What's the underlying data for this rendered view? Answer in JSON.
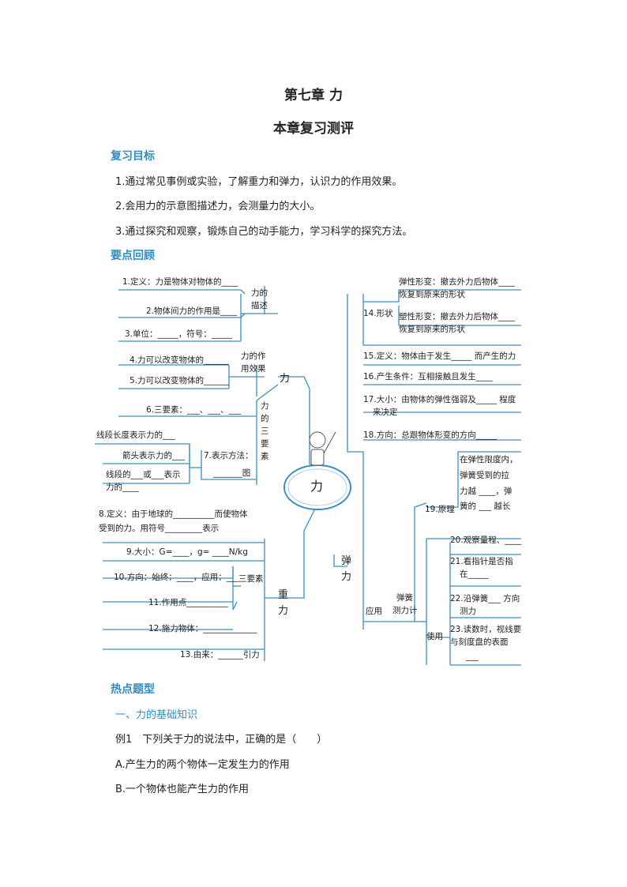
{
  "title": "第七章  力",
  "subtitle": "本章复习测评",
  "sections": {
    "goals": "复习目标",
    "review": "要点回顾",
    "hot": "热点题型"
  },
  "goals": [
    "1.通过常见事例或实验，了解重力和弹力，认识力的作用效果。",
    "2.会用力的示意图描述力，会测量力的大小。",
    "3.通过探究和观察，锻炼自己的动手能力，学习科学的探究方法。"
  ],
  "mindmap": {
    "center": "力",
    "left_top": [
      "1.定义：力是物体对物体的____",
      "2.物体间力的作用是____",
      "3.单位：_____，符号：_____",
      "4.力可以改变物体的______",
      "5.力可以改变物体的______",
      "6.三要素：___、___、___",
      "线段长度表示力的___",
      "箭头表示力的___",
      "线段的___或___表示",
      "力的____",
      "7.表示方法：",
      "_______图"
    ],
    "left_top_groups": [
      "力的",
      "描述",
      "力的作",
      "用效果",
      "力",
      "的",
      "三",
      "要",
      "素"
    ],
    "branch_li": "力",
    "gravity": [
      "8.定义：由于地球的__________而使物体",
      "受到的力。用符号_________表示",
      "9.大小：G=____，g= ____N/kg",
      "10.方向：始终：____，应用：___",
      "11.作用点__________",
      "12.施力物体：_____________",
      "13.由来：______引力"
    ],
    "gravity_group": "三要素",
    "branch_gravity": [
      "重",
      "力"
    ],
    "elastic": [
      "弹性形变：撤去外力后物体____",
      "恢复到原来的形状",
      "塑性形变：撤去外力后物体____",
      "恢复到原来的形状",
      "14.形状",
      "15.定义：物体由于发生_____ 而产生的力",
      "16.产生条件：互相接触且发生____",
      "17.大小：由物体的弹性强弱及_____ 程度",
      "来决定",
      "18.方向：总跟物体形变的方向_____",
      "在弹性限度内，",
      "弹簧受到的拉",
      "力越 ____，弹",
      "簧的 ___ 越长",
      "19.原理",
      "20.观察量程、____",
      "21.看指针是否指",
      "在_____",
      "22.沿弹簧___ 方向",
      "测力",
      "23.读数时，视线要",
      "与刻度盘的表面",
      "___",
      "应用",
      "弹簧",
      "测力计",
      "使用"
    ],
    "branch_elastic": [
      "弹",
      "力"
    ]
  },
  "hot": {
    "topic": "一、力的基础知识",
    "example": "例1　下列关于力的说法中，正确的是（　　）",
    "options": [
      "A.产生力的两个物体一定发生力的作用",
      "B.一个物体也能产生力的作用"
    ]
  }
}
